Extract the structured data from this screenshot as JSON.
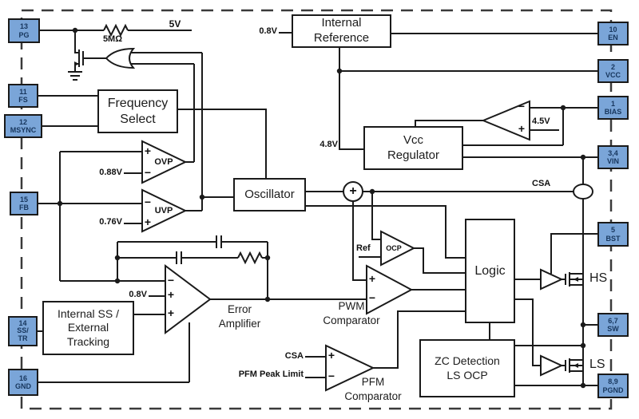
{
  "pins": {
    "pg": {
      "l1": "13",
      "l2": "PG"
    },
    "fs": {
      "l1": "11",
      "l2": "FS"
    },
    "msync": {
      "l1": "12",
      "l2": "MSYNC"
    },
    "fb": {
      "l1": "15",
      "l2": "FB"
    },
    "sstr": {
      "l1": "14",
      "l2": "SS/",
      "l3": "TR"
    },
    "gnd": {
      "l1": "16",
      "l2": "GND"
    },
    "en": {
      "l1": "10",
      "l2": "EN"
    },
    "vcc": {
      "l1": "2",
      "l2": "VCC"
    },
    "bias": {
      "l1": "1",
      "l2": "BIAS"
    },
    "vin": {
      "l1": "3,4",
      "l2": "VIN"
    },
    "bst": {
      "l1": "5",
      "l2": "BST"
    },
    "sw": {
      "l1": "6,7",
      "l2": "SW"
    },
    "pgnd": {
      "l1": "8,9",
      "l2": "PGND"
    }
  },
  "blocks": {
    "internal_reference": {
      "l1": "Internal",
      "l2": "Reference"
    },
    "frequency_select": {
      "l1": "Frequency",
      "l2": "Select"
    },
    "oscillator": {
      "l1": "Oscillator"
    },
    "vcc_regulator": {
      "l1": "Vcc",
      "l2": "Regulator"
    },
    "logic": {
      "l1": "Logic"
    },
    "zc_detection": {
      "l1": "ZC Detection",
      "l2": "LS OCP"
    },
    "soft_start": {
      "l1": "Internal SS /",
      "l2": "External",
      "l3": "Tracking"
    }
  },
  "amps": {
    "ovp": "OVP",
    "uvp": "UVP",
    "ocp": "OCP",
    "error": {
      "l1": "Error",
      "l2": "Amplifier"
    },
    "pwm": {
      "l1": "PWM",
      "l2": "Comparator"
    },
    "pfm": {
      "l1": "PFM",
      "l2": "Comparator"
    }
  },
  "labels": {
    "v5": "5V",
    "r5m": "5MΩ",
    "v08_top": "0.8V",
    "v088": "0.88V",
    "v076": "0.76V",
    "v08_ea": "0.8V",
    "v48": "4.8V",
    "v45": "4.5V",
    "csa_right": "CSA",
    "csa_pfm": "CSA",
    "pfm_peak": "PFM Peak Limit",
    "ref_ocp": "Ref",
    "hs": "HS",
    "ls": "LS",
    "plus": "+",
    "minus": "−"
  },
  "colors": {
    "pin_fill": "#7aa5d8",
    "pin_text": "#17365d",
    "line": "#1a1a1a",
    "border_dash": "#3a3a3a"
  }
}
